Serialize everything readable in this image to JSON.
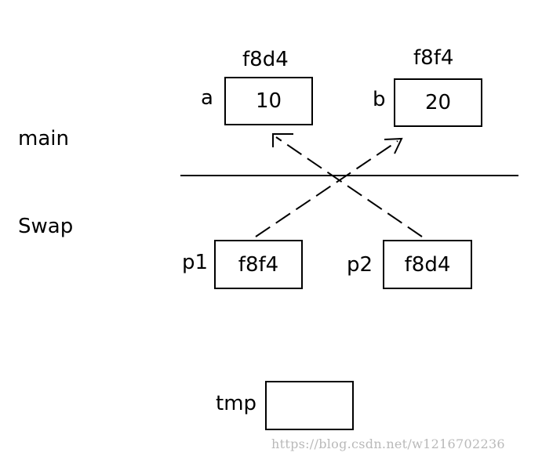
{
  "regions": {
    "top": "main",
    "bottom": "Swap"
  },
  "vars": {
    "a": {
      "name": "a",
      "addr": "f8d4",
      "value": "10"
    },
    "b": {
      "name": "b",
      "addr": "f8f4",
      "value": "20"
    },
    "p1": {
      "name": "p1",
      "value": "f8f4"
    },
    "p2": {
      "name": "p2",
      "value": "f8d4"
    },
    "tmp": {
      "name": "tmp",
      "value": ""
    }
  },
  "arrows": [
    {
      "from": "p1",
      "to": "b",
      "style": "dashed"
    },
    {
      "from": "p2",
      "to": "a",
      "style": "dashed"
    }
  ],
  "watermark": "https://blog.csdn.net/w1216702236"
}
